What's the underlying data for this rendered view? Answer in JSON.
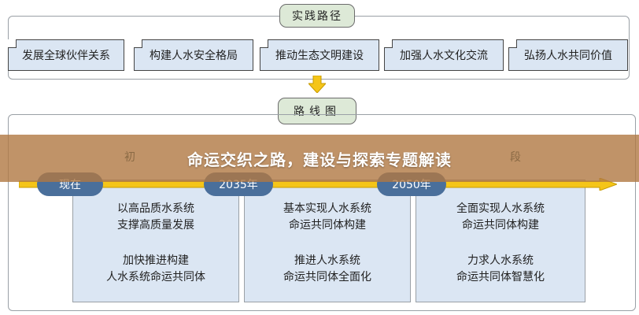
{
  "practice": {
    "title": "实践路径",
    "items": [
      "发展全球伙伴关系",
      "构建人水安全格局",
      "推动生态文明建设",
      "加强人水文化交流",
      "弘扬人水共同价值"
    ]
  },
  "roadmap": {
    "title": "路线图",
    "stage_fragment_left": "初",
    "stage_fragment_right": "段",
    "milestones": [
      "现在",
      "2035年",
      "2050年"
    ],
    "columns": [
      {
        "line1": "以高品质水系统",
        "line2": "支撑高质量发展",
        "line3": "加快推进构建",
        "line4": "人水系统命运共同体"
      },
      {
        "line1": "基本实现人水系统",
        "line2": "命运共同体构建",
        "line3": "推进人水系统",
        "line4": "命运共同体全面化"
      },
      {
        "line1": "全面实现人水系统",
        "line2": "命运共同体构建",
        "line3": "力求人水系统",
        "line4": "命运共同体智慧化"
      }
    ]
  },
  "banner": {
    "title": "命运交织之路，建设与探索专题解读"
  },
  "colors": {
    "item_fill": "#dbe6f3",
    "pill_fill": "#dde9d7",
    "badge_fill": "#4a6f9b",
    "arrow_fill": "#f5c518",
    "banner_fill": "#b07842"
  }
}
